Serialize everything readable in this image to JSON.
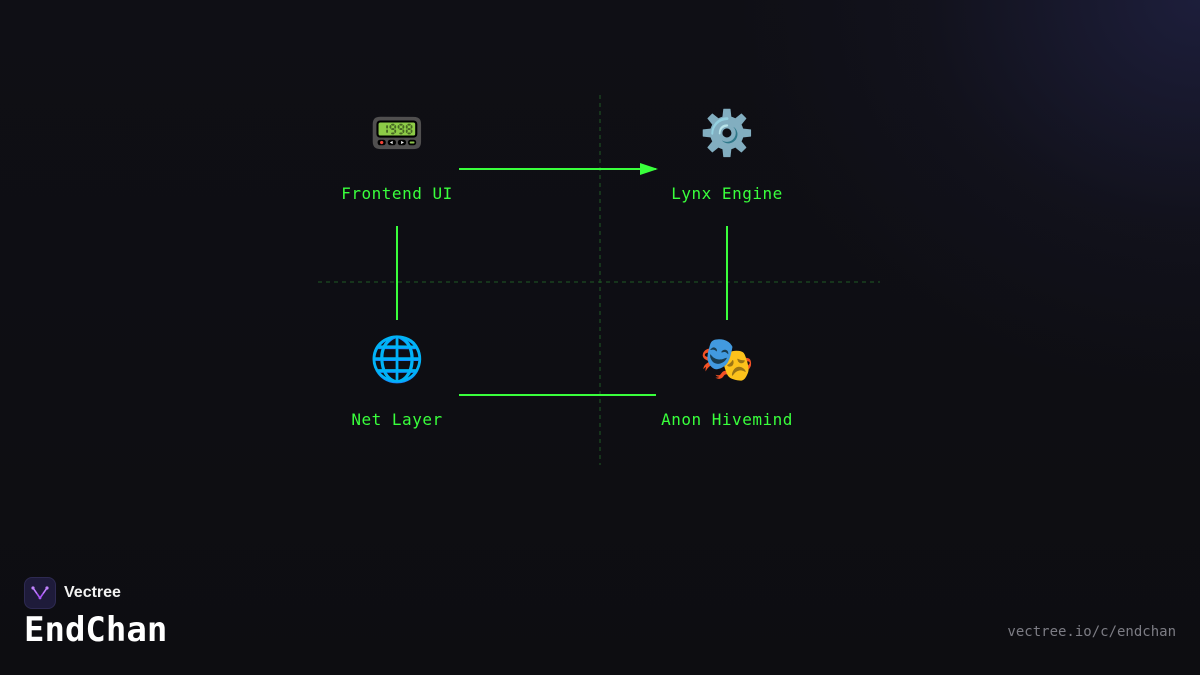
{
  "diagram": {
    "nodes": [
      {
        "id": "frontend",
        "icon": "pager-icon",
        "glyph": "📟",
        "label": "Frontend UI"
      },
      {
        "id": "engine",
        "icon": "gear-icon",
        "glyph": "⚙️",
        "label": "Lynx Engine"
      },
      {
        "id": "net",
        "icon": "globe-icon",
        "glyph": "🌐",
        "label": "Net Layer"
      },
      {
        "id": "hivemind",
        "icon": "theater-masks-icon",
        "glyph": "🎭",
        "label": "Anon Hivemind"
      }
    ],
    "edges": [
      {
        "from": "frontend",
        "to": "engine",
        "arrow": true
      },
      {
        "from": "engine",
        "to": "hivemind",
        "arrow": false
      },
      {
        "from": "frontend",
        "to": "net",
        "arrow": false
      },
      {
        "from": "net",
        "to": "hivemind",
        "arrow": false
      }
    ],
    "colors": {
      "accent": "#39ff3c",
      "guide": "#1f5a24",
      "background": "#0e0e13"
    }
  },
  "brand": {
    "name": "Vectree",
    "logo_icon": "vectree-logo-icon",
    "logo_color": "#a855f7"
  },
  "project": {
    "title": "EndChan",
    "url": "vectree.io/c/endchan"
  }
}
